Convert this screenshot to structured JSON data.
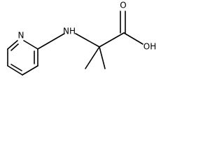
{
  "molecule": {
    "atoms": {
      "pyridine_n": "N",
      "amine_nh": "NH",
      "carbonyl_o": "O",
      "hydroxyl_oh": "OH"
    }
  }
}
